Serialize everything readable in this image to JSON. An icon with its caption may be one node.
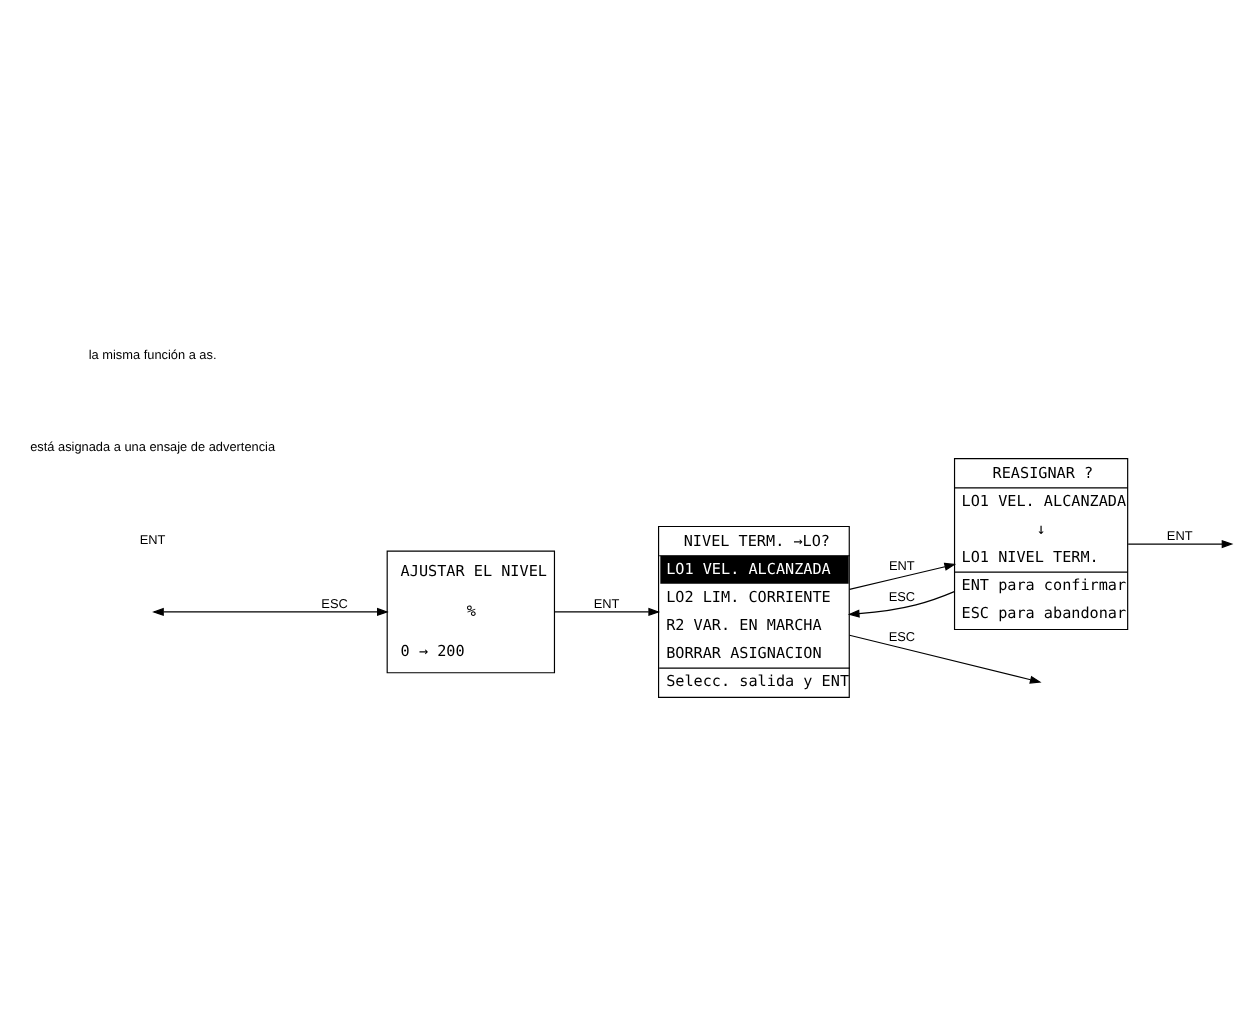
{
  "diagram": {
    "nodes": [
      {
        "text": [
          "AJUSTAR EL NIVEL",
          "%",
          "0 → 200"
        ]
      },
      {
        "text": [
          "NIVEL TERM. →LO?",
          "LO1 VEL. ALCANZADA",
          "LO2 LIM. CORRIENTE",
          "R2 VAR. EN MARCHA",
          "BORRAR ASIGNACION",
          "Selecc. salida y ENT"
        ]
      },
      {
        "text": [
          "REASIGNAR ?",
          "LO1 VEL. ALCANZADA",
          "↓",
          "LO1 NIVEL TERM.",
          "ENT para confirmar",
          "ESC para abandonar"
        ]
      }
    ],
    "edges": [
      {
        "from": null,
        "to": 0,
        "arrow": "both",
        "label": "ESC"
      },
      {
        "from": 0,
        "to": 1,
        "arrow": "to",
        "label": "ENT"
      },
      {
        "from": 1,
        "to": null,
        "arrow": "to",
        "label": "ESC"
      },
      {
        "from": 1,
        "to": 2,
        "arrow": "to",
        "label": "ENT"
      },
      {
        "from": 2,
        "to": 1,
        "arrow": "to",
        "label": "ESC"
      },
      {
        "from": 2,
        "to": null,
        "arrow": "to",
        "label": "ENT"
      }
    ],
    "labels": [
      "ENT",
      "está asignada a una ensaje de advertencia",
      "la misma función a as."
    ]
  }
}
